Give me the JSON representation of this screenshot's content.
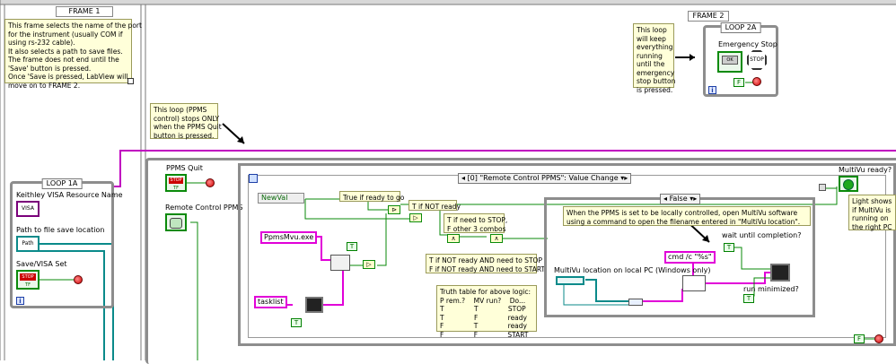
{
  "frame1": {
    "title": "FRAME 1",
    "note": "This frame selects the name of the port\nfor the instrument (usually COM if\nusing rs-232 cable).\nIt also selects a path to save files.\nThe frame does not end until the\n'Save' button is pressed.\nOnce 'Save is pressed, LabView will\nmove on to FRAME 2."
  },
  "frame2": {
    "title": "FRAME 2",
    "note": "This loop\nwill keep\neverything\nrunning\nuntil the\nemergency\nstop button\nis pressed."
  },
  "loop2a": {
    "title": "LOOP 2A",
    "estop_label": "Emergency Stop",
    "ok_text": "OK",
    "stop_text": "STOP",
    "false_const": "F",
    "iter": "i"
  },
  "loop1a": {
    "title": "LOOP 1A",
    "visa_label": "Keithley VISA Resource Name",
    "visa_icon": "VISA",
    "path_label": "Path to file save location",
    "path_icon": "Path",
    "save_label": "Save/VISA Set",
    "stop_text": "STOP",
    "tf": "TF",
    "iter": "i"
  },
  "ppms_note": "This loop (PPMS\ncontrol) stops ONLY\nwhen the PPMS Quit\nbutton is pressed.",
  "main": {
    "ppms_quit_label": "PPMS Quit",
    "remote_label": "Remote Control PPMS",
    "stop_text": "STOP",
    "tf": "TF",
    "event_selector": "[0] \"Remote Control PPMS\": Value Change",
    "newval": "NewVal",
    "true_if_ready": "True if ready to go",
    "t_if_not_ready": "T if NOT ready",
    "t_if_stop": "T if need to STOP,\nF other 3 combos",
    "t_if_not_ready_stop": "T if NOT ready AND need to STOP\nF if NOT ready AND need to START",
    "ppmsmvu": "PpmsMvu.exe",
    "tasklist": "tasklist",
    "truth_table": "Truth table for above logic:\nP rem.?    MV run?    Do...\nT              T              STOP\nT              F              ready\nF              T              ready\nF              F              START",
    "case_false": "False",
    "case_note": "When the PPMS is set to be locally controlled, open MultiVu software\nusing a command to open the filename entered in \"MultiVu location\".",
    "multivu_location": "MultiVu location on local PC (Windows only)",
    "cmd": "cmd /c \"%s\"",
    "wait": "wait until completion?",
    "run_min": "run minimized?",
    "multivu_ready": "MultiVu ready?",
    "light_note": "Light shows\nif MultiVu is\nrunning on\nthe right PC",
    "true_const": "T",
    "false_const": "F"
  }
}
